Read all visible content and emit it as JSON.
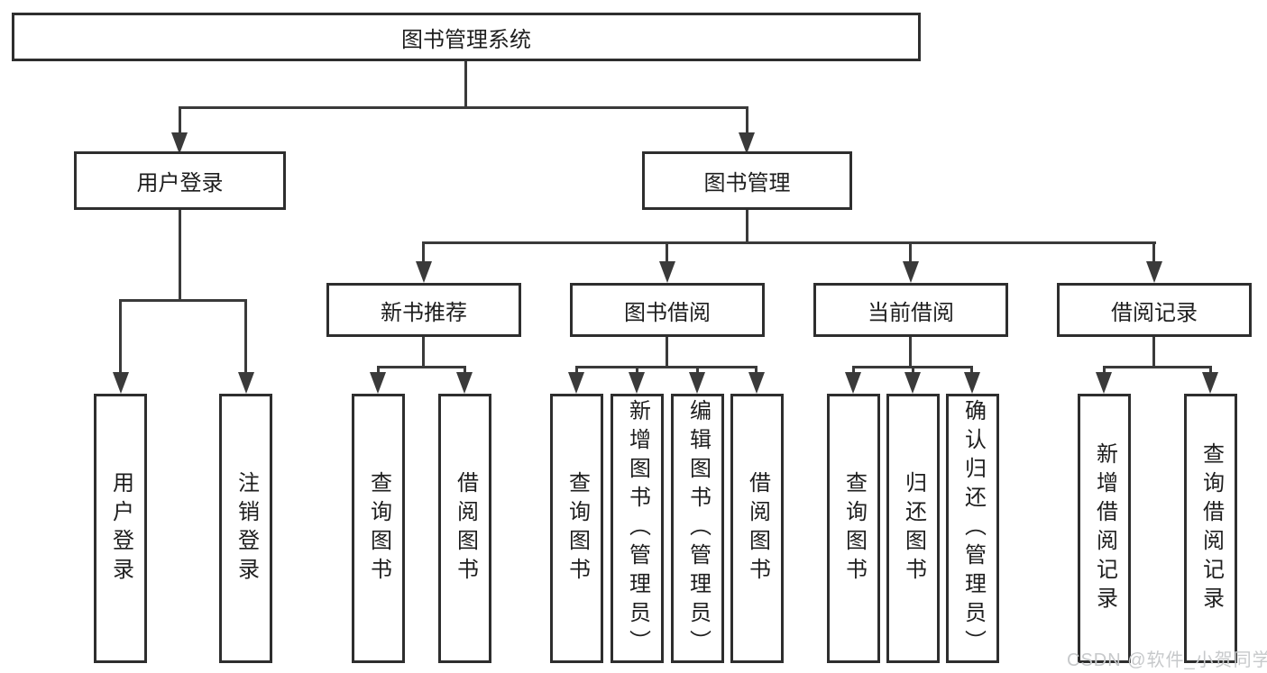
{
  "diagram": {
    "type": "hierarchy-tree",
    "tree": {
      "label": "图书管理系统",
      "children": [
        {
          "label": "用户登录",
          "children": [
            {
              "label": "用户登录"
            },
            {
              "label": "注销登录"
            }
          ]
        },
        {
          "label": "图书管理",
          "children": [
            {
              "label": "新书推荐",
              "children": [
                {
                  "label": "查询图书"
                },
                {
                  "label": "借阅图书"
                }
              ]
            },
            {
              "label": "图书借阅",
              "children": [
                {
                  "label": "查询图书"
                },
                {
                  "label": "新增图书（管理员）"
                },
                {
                  "label": "编辑图书（管理员）"
                },
                {
                  "label": "借阅图书"
                }
              ]
            },
            {
              "label": "当前借阅",
              "children": [
                {
                  "label": "查询图书"
                },
                {
                  "label": "归还图书"
                },
                {
                  "label": "确认归还（管理员）"
                }
              ]
            },
            {
              "label": "借阅记录",
              "children": [
                {
                  "label": "新增借阅记录"
                },
                {
                  "label": "查询借阅记录"
                }
              ]
            }
          ]
        }
      ]
    },
    "colors": {
      "line": "#3a3a3a",
      "box_border": "#2e2e2e",
      "box_fill": "#ffffff",
      "text": "#1e1e1e",
      "watermark": "#c7c9cb"
    }
  },
  "watermark": {
    "text": "CSDN @软件_小贺同学"
  }
}
